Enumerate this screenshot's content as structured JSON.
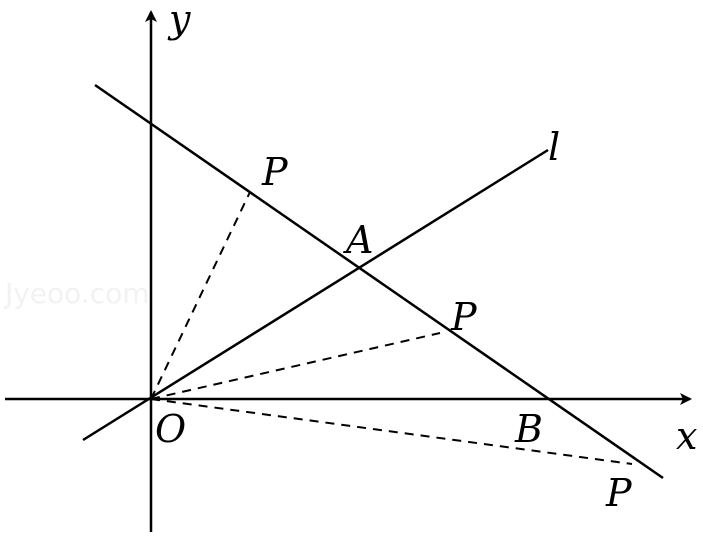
{
  "watermark": "Jyeoo.com",
  "axes": {
    "x_label": "x",
    "y_label": "y",
    "origin_label": "O"
  },
  "lines": {
    "l_label": "l"
  },
  "points": {
    "A": "A",
    "B": "B",
    "P_upper": "P",
    "P_middle": "P",
    "P_lower": "P"
  },
  "colors": {
    "stroke": "#000000",
    "background": "#ffffff"
  }
}
